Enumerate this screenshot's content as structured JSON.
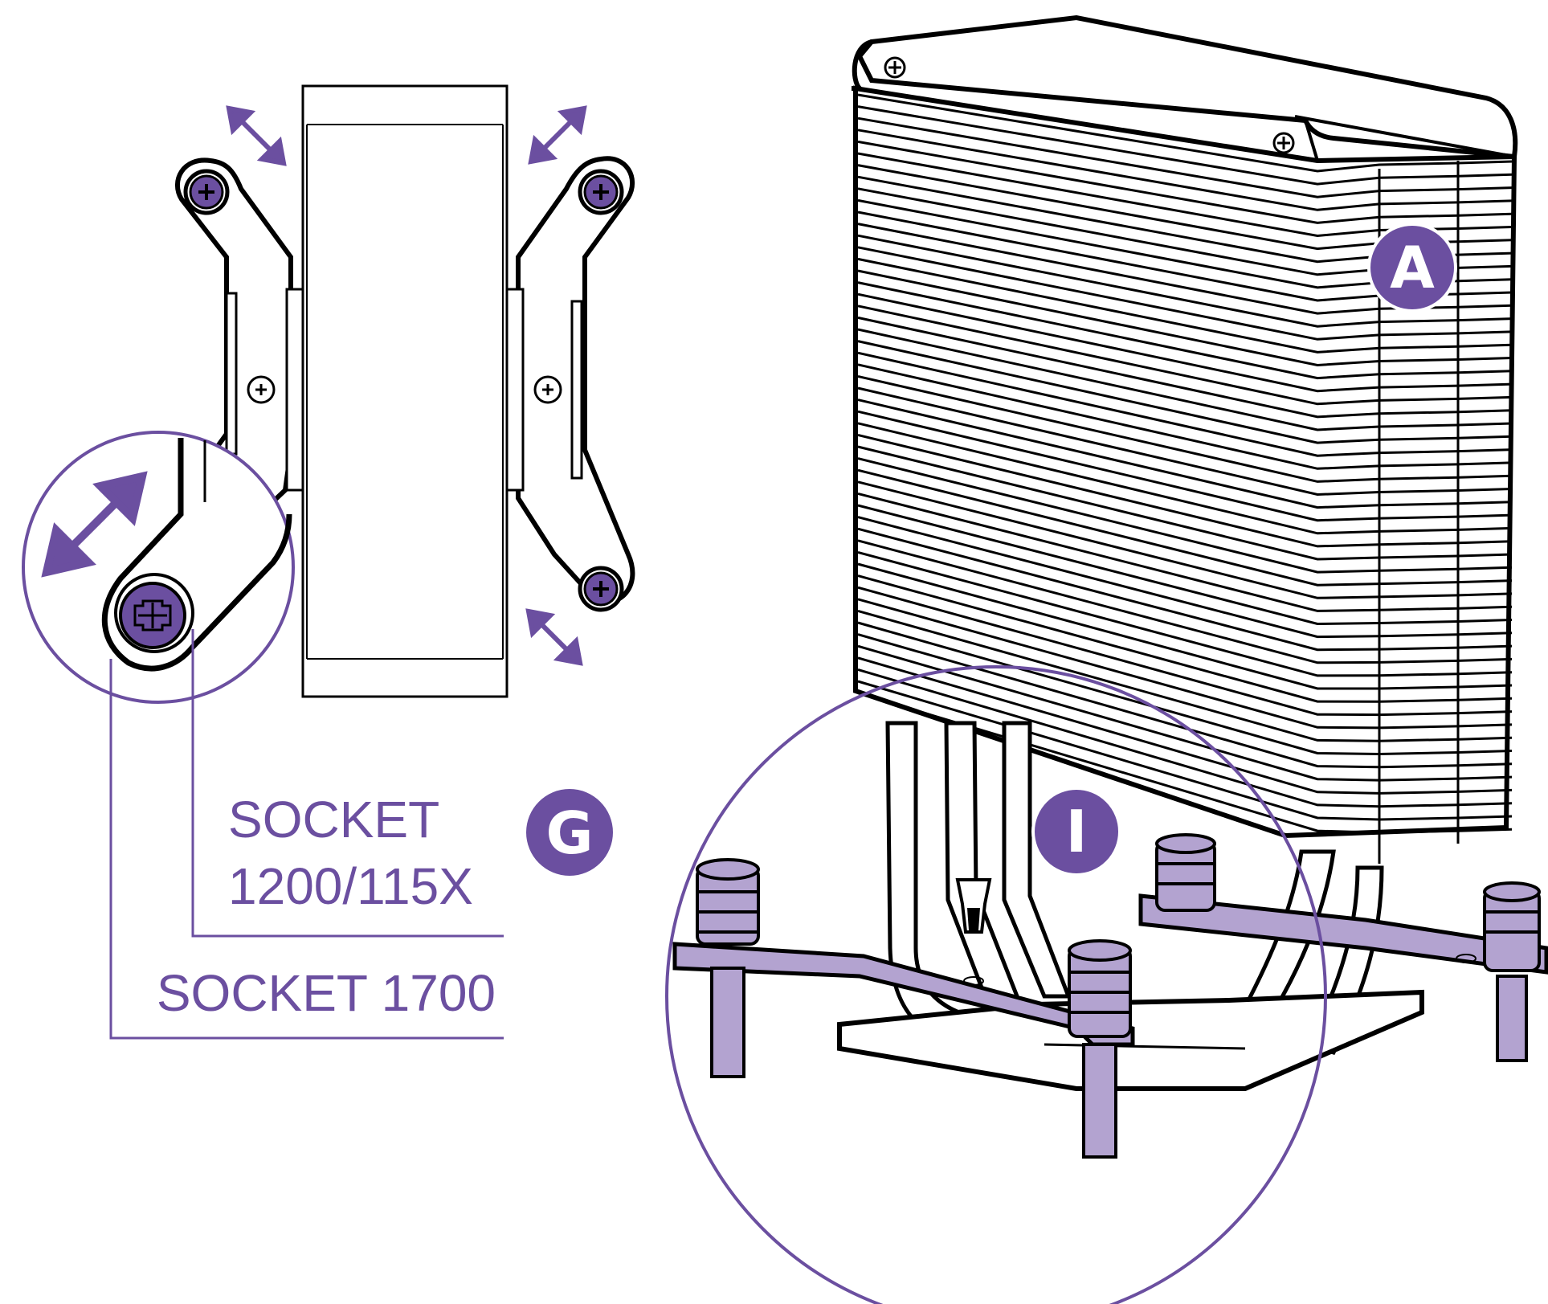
{
  "labels": {
    "socket_1200": "SOCKET",
    "socket_1200_num": "1200/115X",
    "socket_1700": "SOCKET 1700"
  },
  "badges": {
    "a": "A",
    "g": "G",
    "i": "I"
  },
  "colors": {
    "accent": "#6B4FA0",
    "accent_light": "#B3A3D0",
    "line": "#000000",
    "background": "#FFFFFF"
  }
}
